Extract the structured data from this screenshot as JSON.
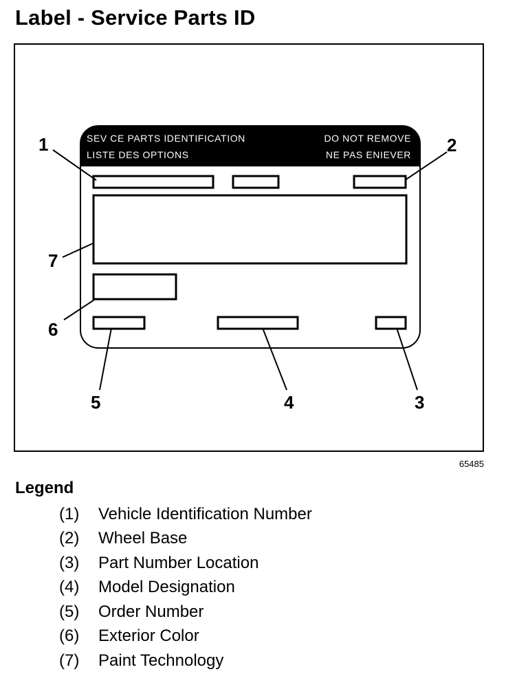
{
  "title": "Label - Service Parts ID",
  "figure_id": "65485",
  "label": {
    "header_left_line1": "SEV CE PARTS IDENTIFICATION",
    "header_left_line2": "LISTE DES OPTIONS",
    "header_right_line1": "DO NOT REMOVE",
    "header_right_line2": "NE PAS ENIEVER"
  },
  "callouts": [
    "1",
    "2",
    "3",
    "4",
    "5",
    "6",
    "7"
  ],
  "legend": {
    "title": "Legend",
    "items": [
      {
        "num": "(1)",
        "text": "Vehicle Identification Number"
      },
      {
        "num": "(2)",
        "text": "Wheel Base"
      },
      {
        "num": "(3)",
        "text": "Part Number Location"
      },
      {
        "num": "(4)",
        "text": "Model Designation"
      },
      {
        "num": "(5)",
        "text": "Order Number"
      },
      {
        "num": "(6)",
        "text": "Exterior Color"
      },
      {
        "num": "(7)",
        "text": "Paint Technology"
      }
    ]
  }
}
